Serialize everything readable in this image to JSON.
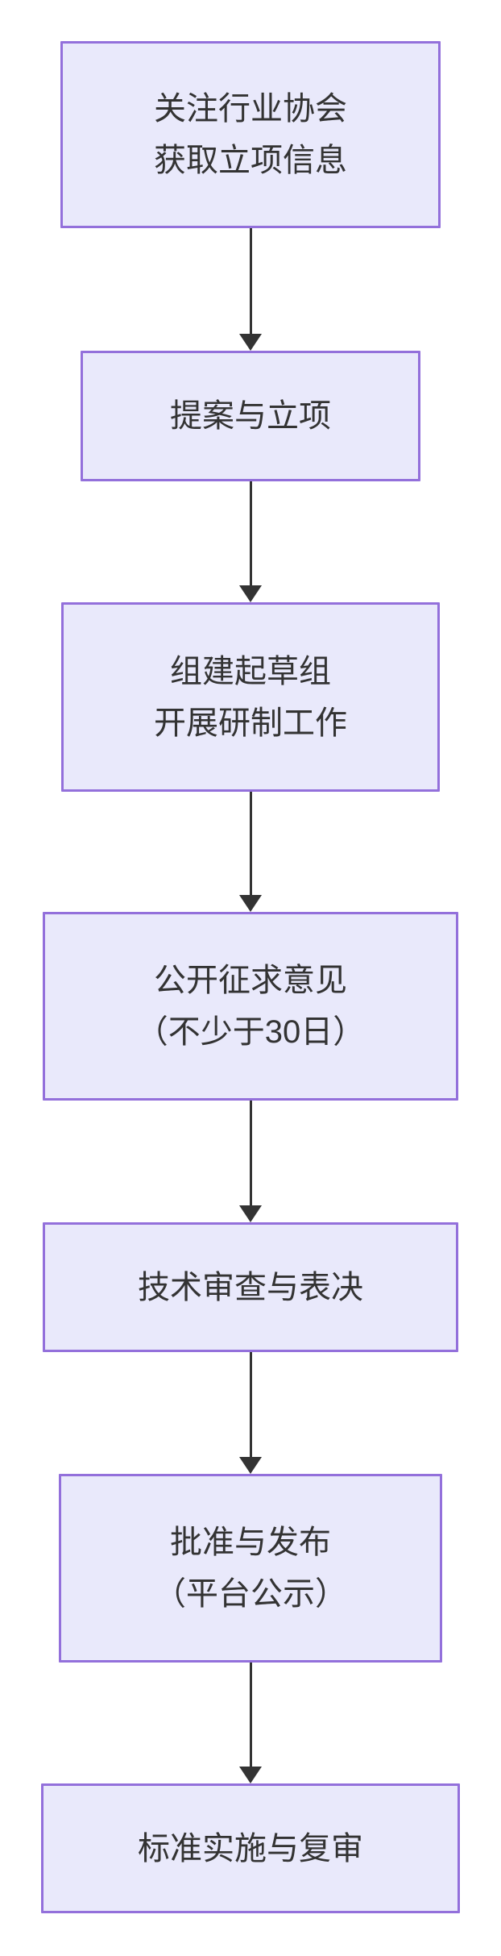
{
  "flowchart": {
    "type": "vertical-flowchart",
    "nodes": [
      {
        "id": "n1",
        "lines": [
          "关注行业协会",
          "获取立项信息"
        ]
      },
      {
        "id": "n2",
        "lines": [
          "提案与立项"
        ]
      },
      {
        "id": "n3",
        "lines": [
          "组建起草组",
          "开展研制工作"
        ]
      },
      {
        "id": "n4",
        "lines": [
          "公开征求意见",
          "（不少于30日）"
        ]
      },
      {
        "id": "n5",
        "lines": [
          "技术审查与表决"
        ]
      },
      {
        "id": "n6",
        "lines": [
          "批准与发布",
          "（平台公示）"
        ]
      },
      {
        "id": "n7",
        "lines": [
          "标准实施与复审"
        ]
      }
    ],
    "edges": [
      {
        "from": "n1",
        "to": "n2"
      },
      {
        "from": "n2",
        "to": "n3"
      },
      {
        "from": "n3",
        "to": "n4"
      },
      {
        "from": "n4",
        "to": "n5"
      },
      {
        "from": "n5",
        "to": "n6"
      },
      {
        "from": "n6",
        "to": "n7"
      }
    ],
    "colors": {
      "node_fill": "#e9e9fb",
      "node_border": "#9370db",
      "arrow": "#333333",
      "text": "#333333",
      "background": "#ffffff"
    }
  }
}
